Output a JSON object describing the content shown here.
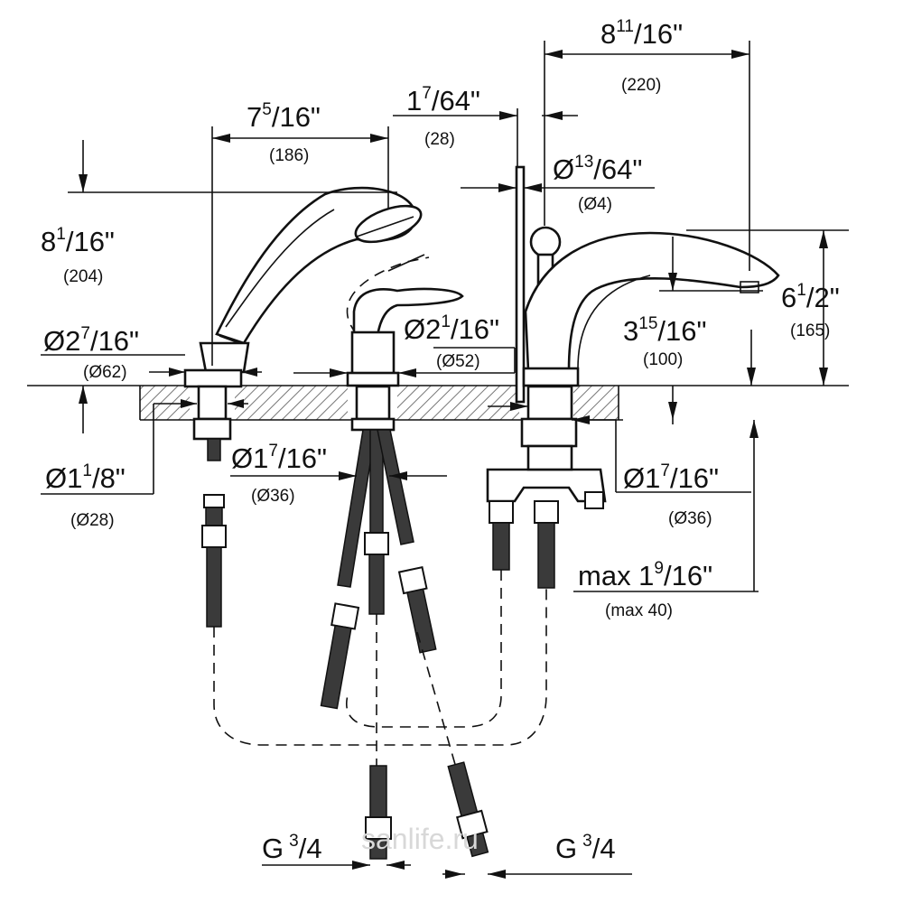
{
  "dimensions": {
    "handshower_width": {
      "whole": "7",
      "num": "5",
      "den": "16\"",
      "mm": "(186)"
    },
    "handshower_height": {
      "whole": "8",
      "num": "1",
      "den": "16\"",
      "mm": "(204)"
    },
    "handshower_base": {
      "whole": "Ø2",
      "num": "7",
      "den": "16\"",
      "mm": "(Ø62)"
    },
    "handshower_hole": {
      "whole": "Ø1",
      "num": "1",
      "den": "8\"",
      "mm": "(Ø28)"
    },
    "mixer_offset": {
      "whole": "1",
      "num": "7",
      "den": "64\"",
      "mm": "(28)"
    },
    "mixer_base": {
      "whole": "Ø2",
      "num": "1",
      "den": "16\"",
      "mm": "(Ø52)"
    },
    "mixer_hole": {
      "whole": "Ø1",
      "num": "7",
      "den": "16\"",
      "mm": "(Ø36)"
    },
    "spout_reach": {
      "whole": "8",
      "num": "11",
      "den": "16\"",
      "mm": "(220)"
    },
    "rod_diameter": {
      "whole": "Ø",
      "num": "13",
      "den": "64\"",
      "mm": "(Ø4)"
    },
    "spout_outlet": {
      "whole": "3",
      "num": "15",
      "den": "16\"",
      "mm": "(100)"
    },
    "spout_height": {
      "whole": "6",
      "num": "1",
      "den": "2\"",
      "mm": "(165)"
    },
    "spout_hole": {
      "whole": "Ø1",
      "num": "7",
      "den": "16\"",
      "mm": "(Ø36)"
    },
    "deck_thickness": {
      "whole": "max 1",
      "num": "9",
      "den": "16\"",
      "mm": "(max 40)"
    },
    "connection_left": {
      "whole": "G",
      "num": "3",
      "den": "4"
    },
    "connection_right": {
      "whole": "G",
      "num": "3",
      "den": "4"
    }
  },
  "watermark": "sanlife.ru",
  "colors": {
    "line": "#111111",
    "hatch": "#777777",
    "hose": "#3a3a3a"
  }
}
